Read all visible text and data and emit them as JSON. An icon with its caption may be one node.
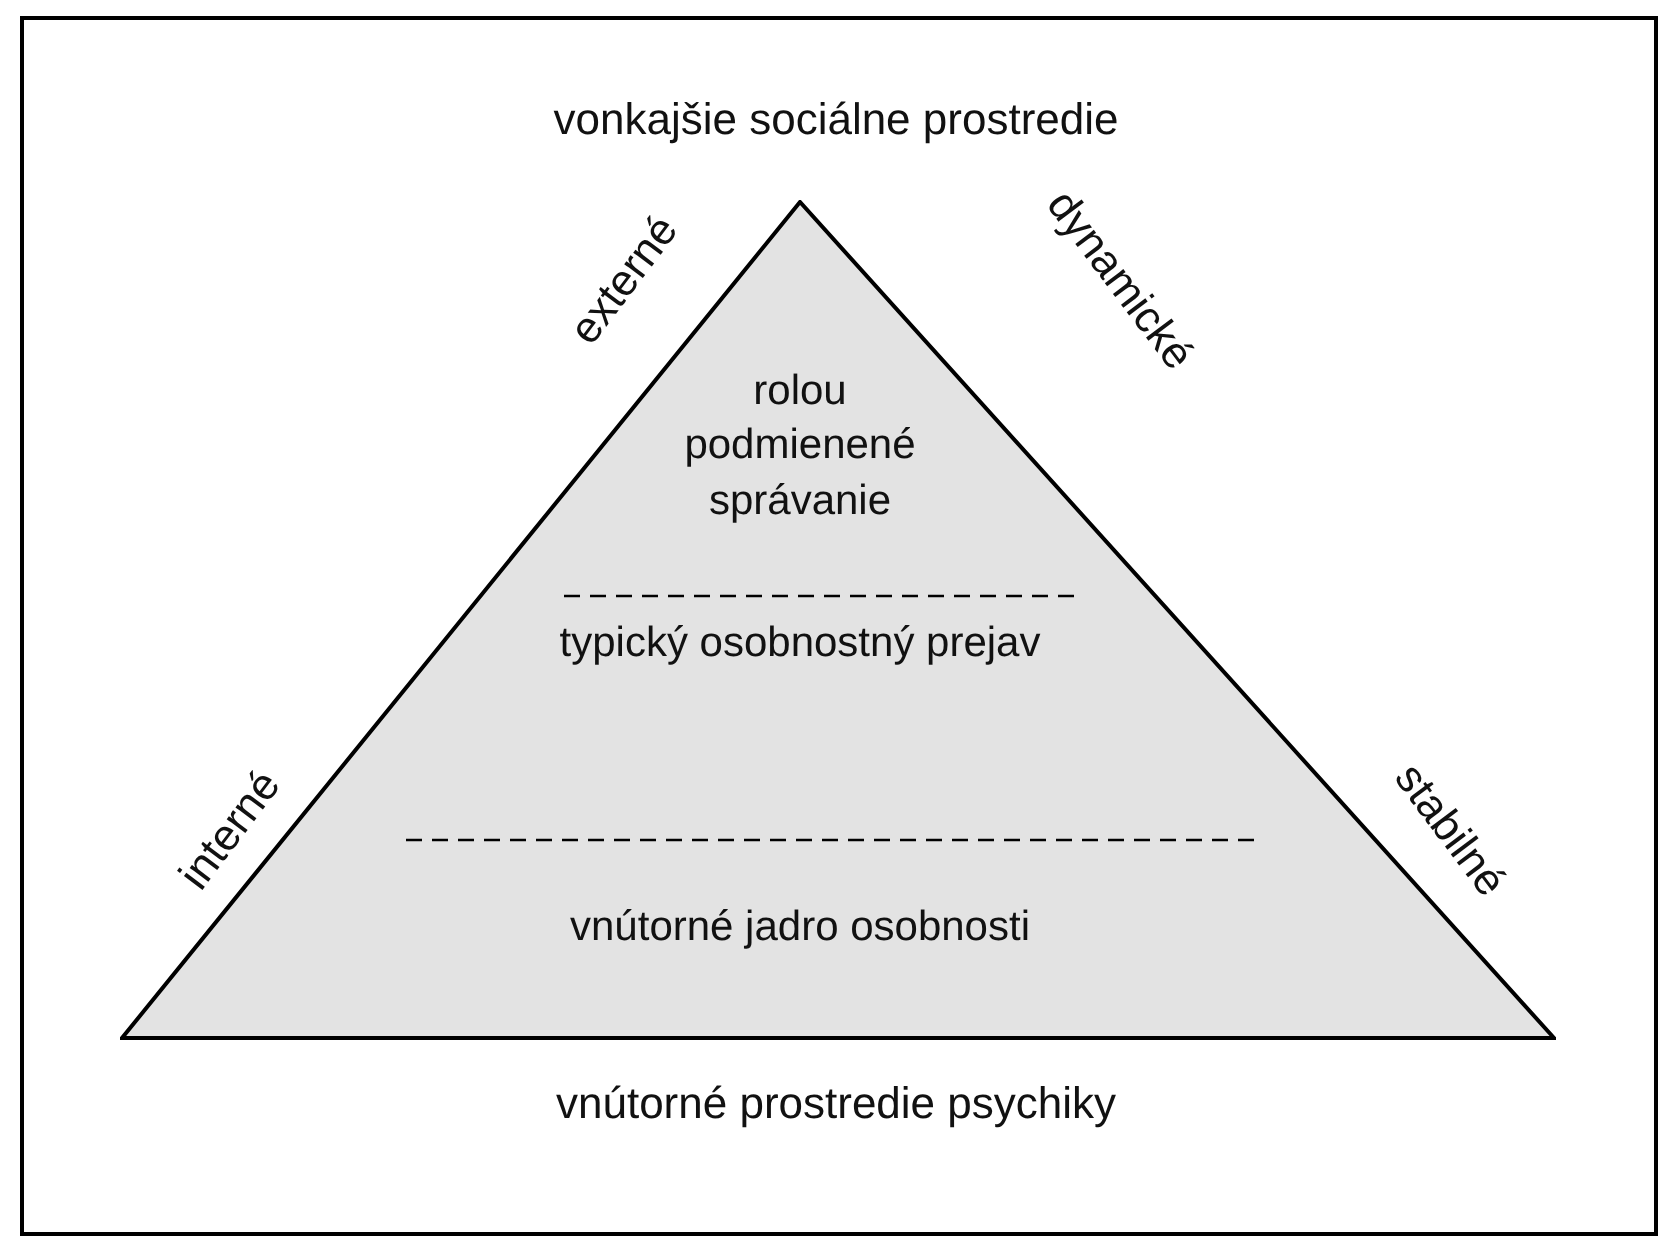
{
  "diagram": {
    "nodes": [
      {
        "text": [],
        "shape": "triangle"
      },
      {
        "text": [
          "rolou podmienené správanie"
        ],
        "in": 0
      },
      {
        "text": [
          "typický osobnostný prejav"
        ],
        "in": 0
      },
      {
        "text": [
          "vnútorné jadro osobnosti"
        ],
        "in": 0
      }
    ],
    "edges": [],
    "labels": [
      "vonkajšie sociálne prostredie",
      "externé",
      "dynamické",
      "interné",
      "stabilné",
      "vnútorné prostredie psychiky"
    ]
  }
}
